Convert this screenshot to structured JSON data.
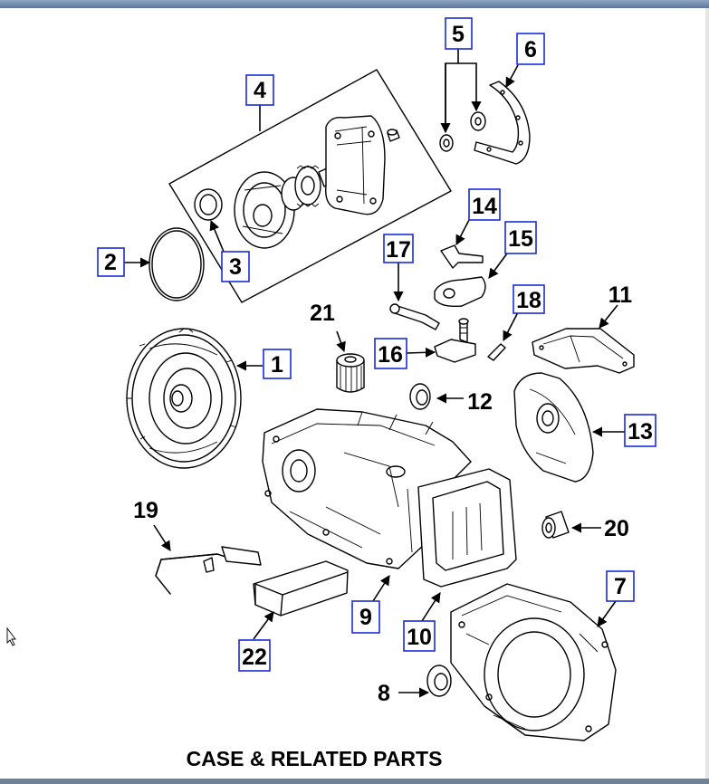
{
  "title": "CASE & RELATED PARTS",
  "accent_color": "#1a2bd9",
  "cursor_icon": "arrow-pointer-icon",
  "callouts": [
    {
      "id": "1",
      "text": "1",
      "boxed": true
    },
    {
      "id": "2",
      "text": "2",
      "boxed": true
    },
    {
      "id": "3",
      "text": "3",
      "boxed": true
    },
    {
      "id": "4",
      "text": "4",
      "boxed": true
    },
    {
      "id": "5",
      "text": "5",
      "boxed": true
    },
    {
      "id": "6",
      "text": "6",
      "boxed": true
    },
    {
      "id": "7",
      "text": "7",
      "boxed": true
    },
    {
      "id": "8",
      "text": "8",
      "boxed": false
    },
    {
      "id": "9",
      "text": "9",
      "boxed": true
    },
    {
      "id": "10",
      "text": "10",
      "boxed": true
    },
    {
      "id": "11",
      "text": "11",
      "boxed": false
    },
    {
      "id": "12",
      "text": "12",
      "boxed": false
    },
    {
      "id": "13",
      "text": "13",
      "boxed": true
    },
    {
      "id": "14",
      "text": "14",
      "boxed": true
    },
    {
      "id": "15",
      "text": "15",
      "boxed": true
    },
    {
      "id": "16",
      "text": "16",
      "boxed": true
    },
    {
      "id": "17",
      "text": "17",
      "boxed": true
    },
    {
      "id": "18",
      "text": "18",
      "boxed": true
    },
    {
      "id": "19",
      "text": "19",
      "boxed": false
    },
    {
      "id": "20",
      "text": "20",
      "boxed": false
    },
    {
      "id": "21",
      "text": "21",
      "boxed": false
    },
    {
      "id": "22",
      "text": "22",
      "boxed": true
    }
  ]
}
